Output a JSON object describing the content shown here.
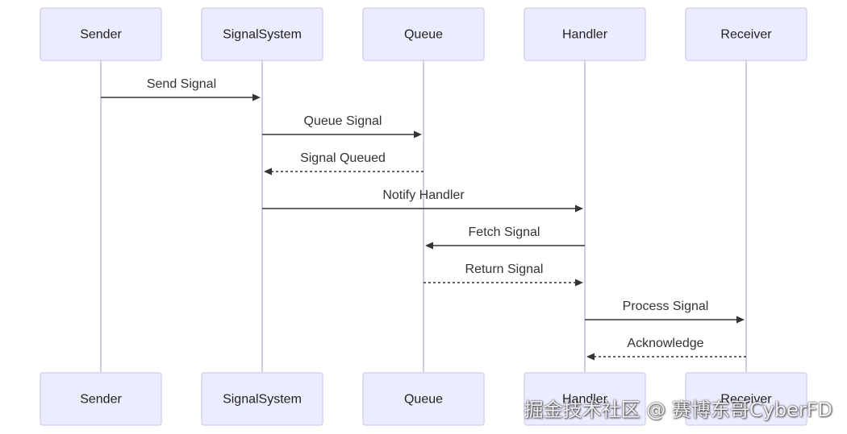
{
  "participants": [
    "Sender",
    "SignalSystem",
    "Queue",
    "Handler",
    "Receiver"
  ],
  "messages": [
    {
      "from": 0,
      "to": 1,
      "label": "Send Signal",
      "style": "solid"
    },
    {
      "from": 1,
      "to": 2,
      "label": "Queue Signal",
      "style": "solid"
    },
    {
      "from": 2,
      "to": 1,
      "label": "Signal Queued",
      "style": "dotted"
    },
    {
      "from": 1,
      "to": 3,
      "label": "Notify Handler",
      "style": "solid"
    },
    {
      "from": 3,
      "to": 2,
      "label": "Fetch Signal",
      "style": "solid"
    },
    {
      "from": 2,
      "to": 3,
      "label": "Return Signal",
      "style": "dotted"
    },
    {
      "from": 3,
      "to": 4,
      "label": "Process Signal",
      "style": "solid"
    },
    {
      "from": 4,
      "to": 3,
      "label": "Acknowledge",
      "style": "dotted"
    }
  ],
  "colors": {
    "actor_fill": "#ECECFF",
    "actor_border": "#d6d2f2",
    "lifeline": "#d0cde0",
    "arrow": "#333333"
  },
  "watermark": "掘金技术社区 @ 赛博东哥CyberFD"
}
